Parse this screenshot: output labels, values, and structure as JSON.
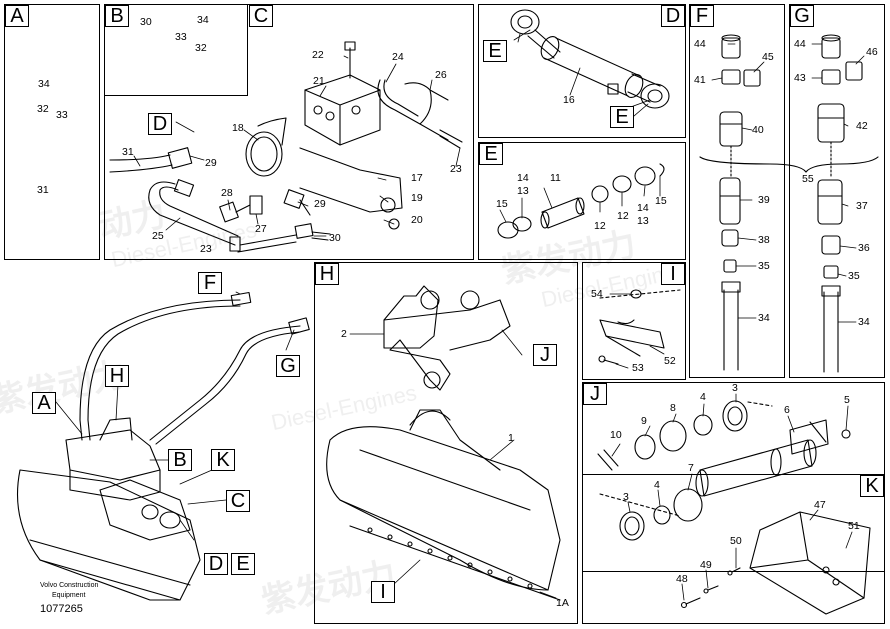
{
  "panels": {
    "A": {
      "label": "A",
      "callouts": [
        "34",
        "32",
        "33",
        "31"
      ]
    },
    "B": {
      "label": "B",
      "callouts": [
        "30",
        "34",
        "33",
        "32"
      ]
    },
    "C": {
      "label": "C",
      "callouts": [
        "22",
        "24",
        "21",
        "26",
        "18",
        "31",
        "29",
        "28",
        "25",
        "23",
        "27",
        "30",
        "29",
        "19",
        "17",
        "20",
        "23"
      ],
      "ref_tag": "D"
    },
    "D": {
      "label": "D",
      "callouts": [
        "16"
      ],
      "ref_tags": [
        "E",
        "E"
      ]
    },
    "E": {
      "label": "E",
      "callouts": [
        "15",
        "14",
        "13",
        "11",
        "12",
        "14",
        "13",
        "15",
        "12"
      ]
    },
    "F": {
      "label": "F",
      "callouts": [
        "44",
        "45",
        "41",
        "40",
        "39",
        "38",
        "35",
        "34"
      ]
    },
    "G": {
      "label": "G",
      "callouts": [
        "44",
        "46",
        "43",
        "42",
        "37",
        "36",
        "35",
        "34"
      ],
      "shared": "55"
    },
    "H": {
      "label": "H",
      "callouts": [
        "2",
        "1",
        "1A"
      ],
      "ref_tags": [
        "J",
        "I"
      ]
    },
    "I": {
      "label": "I",
      "callouts": [
        "54",
        "52",
        "53"
      ]
    },
    "J": {
      "label": "J",
      "callouts": [
        "9",
        "8",
        "4",
        "3",
        "10",
        "5",
        "6",
        "7",
        "4",
        "3"
      ]
    },
    "K": {
      "label": "K",
      "callouts": [
        "47",
        "50",
        "51",
        "49",
        "48"
      ]
    }
  },
  "overview_tags": [
    "F",
    "G",
    "H",
    "A",
    "B",
    "K",
    "C",
    "D",
    "E"
  ],
  "footer": {
    "brand": "Volvo Construction",
    "brand2": "Equipment",
    "drawing_id": "1077265"
  },
  "watermark": {
    "cn": "紫发动力",
    "en": "Diesel-Engines"
  }
}
